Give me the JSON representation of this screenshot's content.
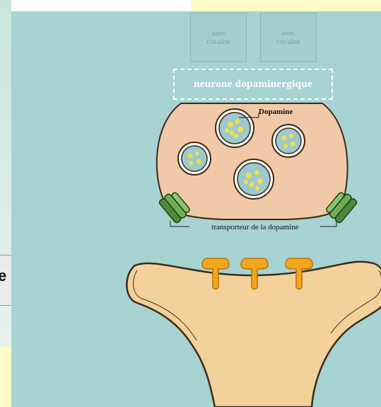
{
  "buttons": {
    "sans_cocaine": "sans\ncocaïne",
    "avec_cocaine": "avec\ncocaïne"
  },
  "neuron_label": "neurone dopaminergique",
  "dopamine_label": "Dopamine",
  "transporter_label": "transporteur de la dopamine",
  "side_text": "e",
  "colors": {
    "background": "#a7d3d2",
    "terminal": "#f2c9a8",
    "postsynaptic": "#f3d19a",
    "vesicle": "#9ec9cc",
    "dopamine": "#f2e04a",
    "transporter": "#4e8a3c",
    "receptor": "#f2a81c"
  }
}
